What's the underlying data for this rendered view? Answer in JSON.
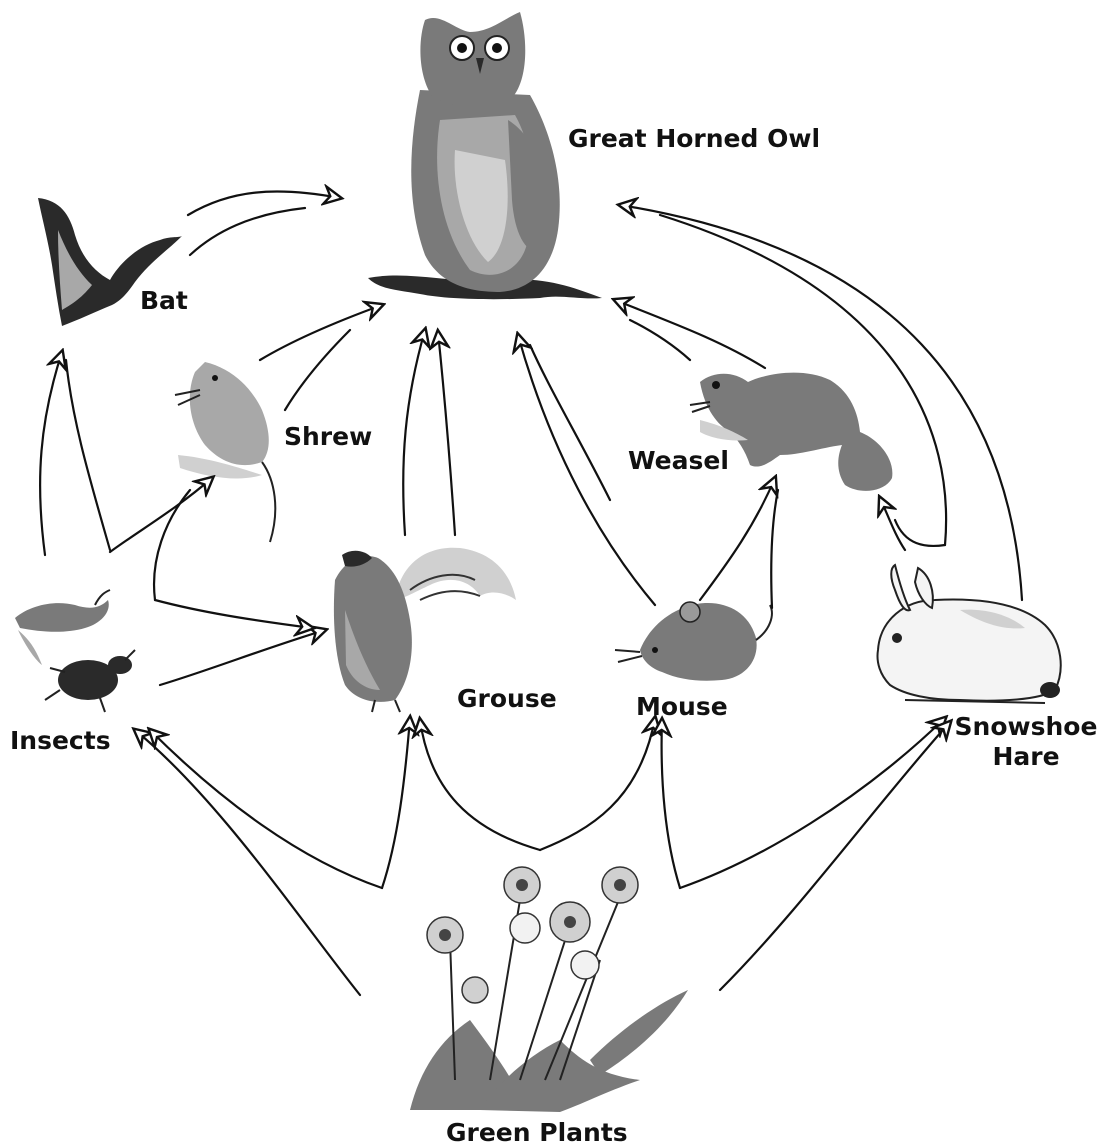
{
  "organisms": {
    "owl": "Great Horned Owl",
    "bat": "Bat",
    "shrew": "Shrew",
    "weasel": "Weasel",
    "insects": "Insects",
    "grouse": "Grouse",
    "mouse": "Mouse",
    "hare_line1": "Snowshoe",
    "hare_line2": "Hare",
    "plants": "Green Plants"
  },
  "feeding_links": [
    {
      "from": "Bat",
      "to": "Great Horned Owl"
    },
    {
      "from": "Shrew",
      "to": "Great Horned Owl"
    },
    {
      "from": "Grouse",
      "to": "Great Horned Owl"
    },
    {
      "from": "Mouse",
      "to": "Great Horned Owl"
    },
    {
      "from": "Weasel",
      "to": "Great Horned Owl"
    },
    {
      "from": "Snowshoe Hare",
      "to": "Great Horned Owl"
    },
    {
      "from": "Insects",
      "to": "Bat"
    },
    {
      "from": "Insects",
      "to": "Shrew"
    },
    {
      "from": "Insects",
      "to": "Grouse"
    },
    {
      "from": "Mouse",
      "to": "Weasel"
    },
    {
      "from": "Snowshoe Hare",
      "to": "Weasel"
    },
    {
      "from": "Green Plants",
      "to": "Insects"
    },
    {
      "from": "Green Plants",
      "to": "Grouse"
    },
    {
      "from": "Green Plants",
      "to": "Mouse"
    },
    {
      "from": "Green Plants",
      "to": "Snowshoe Hare"
    }
  ]
}
